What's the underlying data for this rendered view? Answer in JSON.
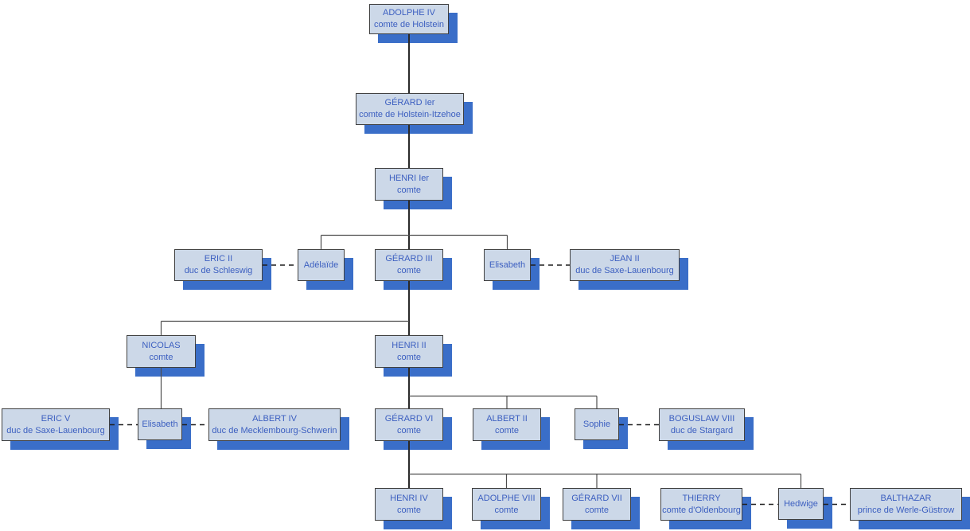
{
  "colors": {
    "background": "#ffffff",
    "box_fill": "#ccd8e8",
    "box_border": "#404040",
    "box_shadow": "#3a6ec8",
    "text": "#3c5fc0",
    "lineage_line": "#2a2a2a",
    "branch_line": "#4d4d4d"
  },
  "nodes": {
    "adolphe4": {
      "name": "ADOLPHE IV",
      "title": "comte de Holstein"
    },
    "gerard1": {
      "name": "GÉRARD Ier",
      "title": "comte de Holstein-Itzehoe"
    },
    "henri1": {
      "name": "HENRI Ier",
      "title": "comte"
    },
    "eric2": {
      "name": "ERIC II",
      "title": "duc de Schleswig"
    },
    "adelaide": {
      "name": "Adélaïde"
    },
    "gerard3": {
      "name": "GÉRARD III",
      "title": "comte"
    },
    "elisabeth1": {
      "name": "Elisabeth"
    },
    "jean2": {
      "name": "JEAN II",
      "title": "duc de Saxe-Lauenbourg"
    },
    "nicolas": {
      "name": "NICOLAS",
      "title": "comte"
    },
    "henri2": {
      "name": "HENRI II",
      "title": "comte"
    },
    "eric5": {
      "name": "ERIC V",
      "title": "duc de Saxe-Lauenbourg"
    },
    "elisabeth2": {
      "name": "Elisabeth"
    },
    "albert4": {
      "name": "ALBERT IV",
      "title": "duc de Mecklembourg-Schwerin"
    },
    "gerard6": {
      "name": "GÉRARD VI",
      "title": "comte"
    },
    "albert2": {
      "name": "ALBERT II",
      "title": "comte"
    },
    "sophie": {
      "name": "Sophie"
    },
    "boguslaw8": {
      "name": "BOGUSLAW VIII",
      "title": "duc de Stargard"
    },
    "henri4": {
      "name": "HENRI IV",
      "title": "comte"
    },
    "adolphe8": {
      "name": "ADOLPHE VIII",
      "title": "comte"
    },
    "gerard7": {
      "name": "GÉRARD VII",
      "title": "comte"
    },
    "thierry": {
      "name": "THIERRY",
      "title": "comte d'Oldenbourg"
    },
    "hedwige": {
      "name": "Hedwige"
    },
    "balthazar": {
      "name": "BALTHAZAR",
      "title": "prince de Werle-Güstrow"
    }
  },
  "lineage": [
    {
      "parent": "adolphe4",
      "children": [
        "gerard1"
      ]
    },
    {
      "parent": "gerard1",
      "children": [
        "henri1"
      ]
    },
    {
      "parent": "henri1",
      "children": [
        "adelaide",
        "gerard3",
        "elisabeth1"
      ]
    },
    {
      "parent": "gerard3",
      "children": [
        "nicolas",
        "henri2"
      ]
    },
    {
      "parent": "nicolas",
      "children": [
        "elisabeth2"
      ]
    },
    {
      "parent": "henri2",
      "children": [
        "gerard6",
        "albert2",
        "sophie"
      ]
    },
    {
      "parent": "gerard6",
      "children": [
        "henri4",
        "adolphe8",
        "gerard7",
        "hedwige"
      ]
    }
  ],
  "marriages": [
    [
      "eric2",
      "adelaide"
    ],
    [
      "elisabeth1",
      "jean2"
    ],
    [
      "eric5",
      "elisabeth2"
    ],
    [
      "elisabeth2",
      "albert4"
    ],
    [
      "sophie",
      "boguslaw8"
    ],
    [
      "thierry",
      "hedwige"
    ],
    [
      "hedwige",
      "balthazar"
    ]
  ]
}
